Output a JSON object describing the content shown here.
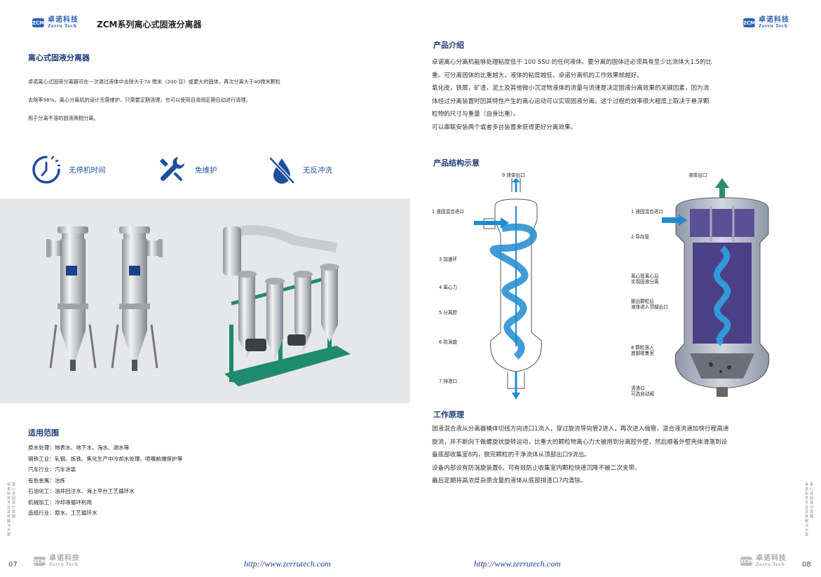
{
  "brand": {
    "logo_cn": "卓诺科技",
    "logo_en": "Zerru Tech",
    "logo_mark": "ZCM",
    "url": "http://www.zerrutech.com"
  },
  "left": {
    "doc_title": "ZCM系列离心式固液分离器",
    "section_title": "离心式固液分离器",
    "intro_lines": [
      "卓诺离心式固液分离器可在一次通过液体中去除大于74 微米（200 目）或更大的固体，再次分离大于40微米颗粒",
      "去除率98%。离心分离机的设计无需维护，只需要定期清理，也可以使用自清阀定期自动进行清理。",
      "用于分离不溶的固液两相分离。"
    ],
    "features": [
      {
        "icon": "clock-icon",
        "label": "无停机时间"
      },
      {
        "icon": "wrench-icon",
        "label": "免维护"
      },
      {
        "icon": "no-backwash-icon",
        "label": "无反冲洗"
      }
    ],
    "scope_title": "适用范围",
    "scope": [
      {
        "k": "原水处理：",
        "v": "地表水、地下水、海水、湖水等"
      },
      {
        "k": "钢铁工业：",
        "v": "轧钢、炼铁、焦化生产中冷却水处理、喷嘴前端保护等"
      },
      {
        "k": "汽车行业：",
        "v": "汽车涂装"
      },
      {
        "k": "有色金属：",
        "v": "冶炼"
      },
      {
        "k": "石油化工：",
        "v": "油井回注水、海上平台工艺循环水"
      },
      {
        "k": "机械加工：",
        "v": "冷却液循环利用"
      },
      {
        "k": "造纸行业：",
        "v": "原水、工艺循环水"
      }
    ],
    "side_col_a": "卓诺科技专业流体解决方案",
    "side_col_b": "离心式固液分离器",
    "page_num": "07"
  },
  "right": {
    "intro_title": "产品介绍",
    "intro_lines": [
      "卓诺离心分离机能够处理粘度低于 100 SSU 的任何液体。要分离的固体还必须具有至少比流体大1.5的比",
      "重。可分离固体的比重越大，液体的粘度越低，卓诺分离机的工作效果就越好。",
      "氧化皮，铁屑，矿渣，泥土及其他微小沉淀物液体的流量与流速是决定固液分离效果的关键因素，因为流",
      "体经过分离装置时因其特性产生的离心运动可以实现固液分离。这个过程的效率很大程度上取决于悬浮颗",
      "粒物的尺寸与重量（自身比重）。",
      "可以串联安装两个或者多台装置来获得更好分离效果。"
    ],
    "structure_title": "产品结构示意",
    "left_diagram": {
      "top": "9 液体出口",
      "labels": [
        "1 液固混合进口",
        "3 加速环",
        "4 离心力",
        "5 分离腔",
        "6 防涡旋",
        "7 排渣口"
      ]
    },
    "right_diagram": {
      "top": "液体出口",
      "labels": [
        "1 液固混合进口",
        "2 导向管",
        "离心管离心后\n实现固液分离",
        "脱出颗粒后\n液体进入顶部出口",
        "8 颗粒落入\n底部收集室",
        "清渣口\n可选自动阀"
      ]
    },
    "principle_title": "工作原理",
    "principle_lines": [
      "固液混合液从分离器桶体切线方向进口1流入，穿过旋流导向管2进入，再次进入缩管，混合液流速加快行程高速",
      "旋流，并不断向下做螺旋状旋转运动，比重大的颗粒物离心力大被用到分离腔外壁，然后顺着外壁壳体滑落到设",
      "备底部收集室8内，脱完颗粒的干净流体从顶部出口9流出。",
      "设备内部设有防涡旋装置6，可有效防止收集室内颗粒快速沉降不被二次夹带。",
      "最后定期将高浓度杂质含量的液体从底部排渣口7内清除。"
    ],
    "side_col_a": "卓诺科技专业流体解决方案",
    "side_col_b": "离心式固液分离器",
    "page_num": "08"
  },
  "colors": {
    "brand_blue": "#2d64b4",
    "title_navy": "#1d3c78",
    "flow_blue": "#1e8bd0",
    "frame_green": "#1e8a6e"
  }
}
